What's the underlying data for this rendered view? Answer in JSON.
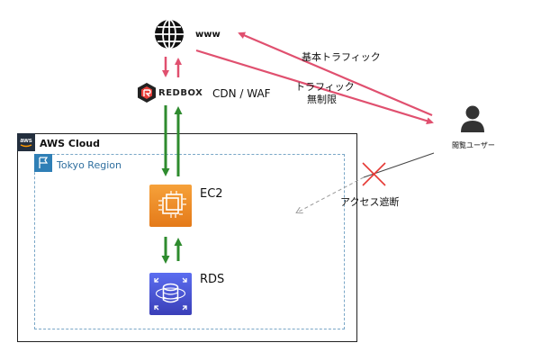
{
  "nodes": {
    "www": {
      "label": "www"
    },
    "cdn": {
      "logo_text": "REDBOX",
      "label": "CDN / WAF"
    },
    "ec2": {
      "label": "EC2"
    },
    "rds": {
      "label": "RDS"
    },
    "user": {
      "label": "閲覧ユーザー"
    }
  },
  "groups": {
    "aws_cloud": {
      "label": "AWS Cloud"
    },
    "region": {
      "label": "Tokyo Region"
    }
  },
  "edges": {
    "basic_traffic": {
      "label": "基本トラフィック"
    },
    "traffic_unlimited": {
      "label_line1": "トラフィック",
      "label_line2": "無制限"
    },
    "access_blocked": {
      "label": "アクセス遮断"
    }
  },
  "colors": {
    "traffic_arrow": "#e0506f",
    "internal_arrow": "#2e8b2e",
    "blocked_mark": "#e53935",
    "region_border": "#7aa7c7",
    "ec2": "#e8841f",
    "rds": "#3f49c9"
  },
  "icons": {
    "www": "globe-icon",
    "user": "person-icon",
    "ec2": "ec2-icon",
    "rds": "rds-icon",
    "aws": "aws-logo-icon",
    "region": "flag-icon",
    "blocked": "x-mark-icon"
  }
}
